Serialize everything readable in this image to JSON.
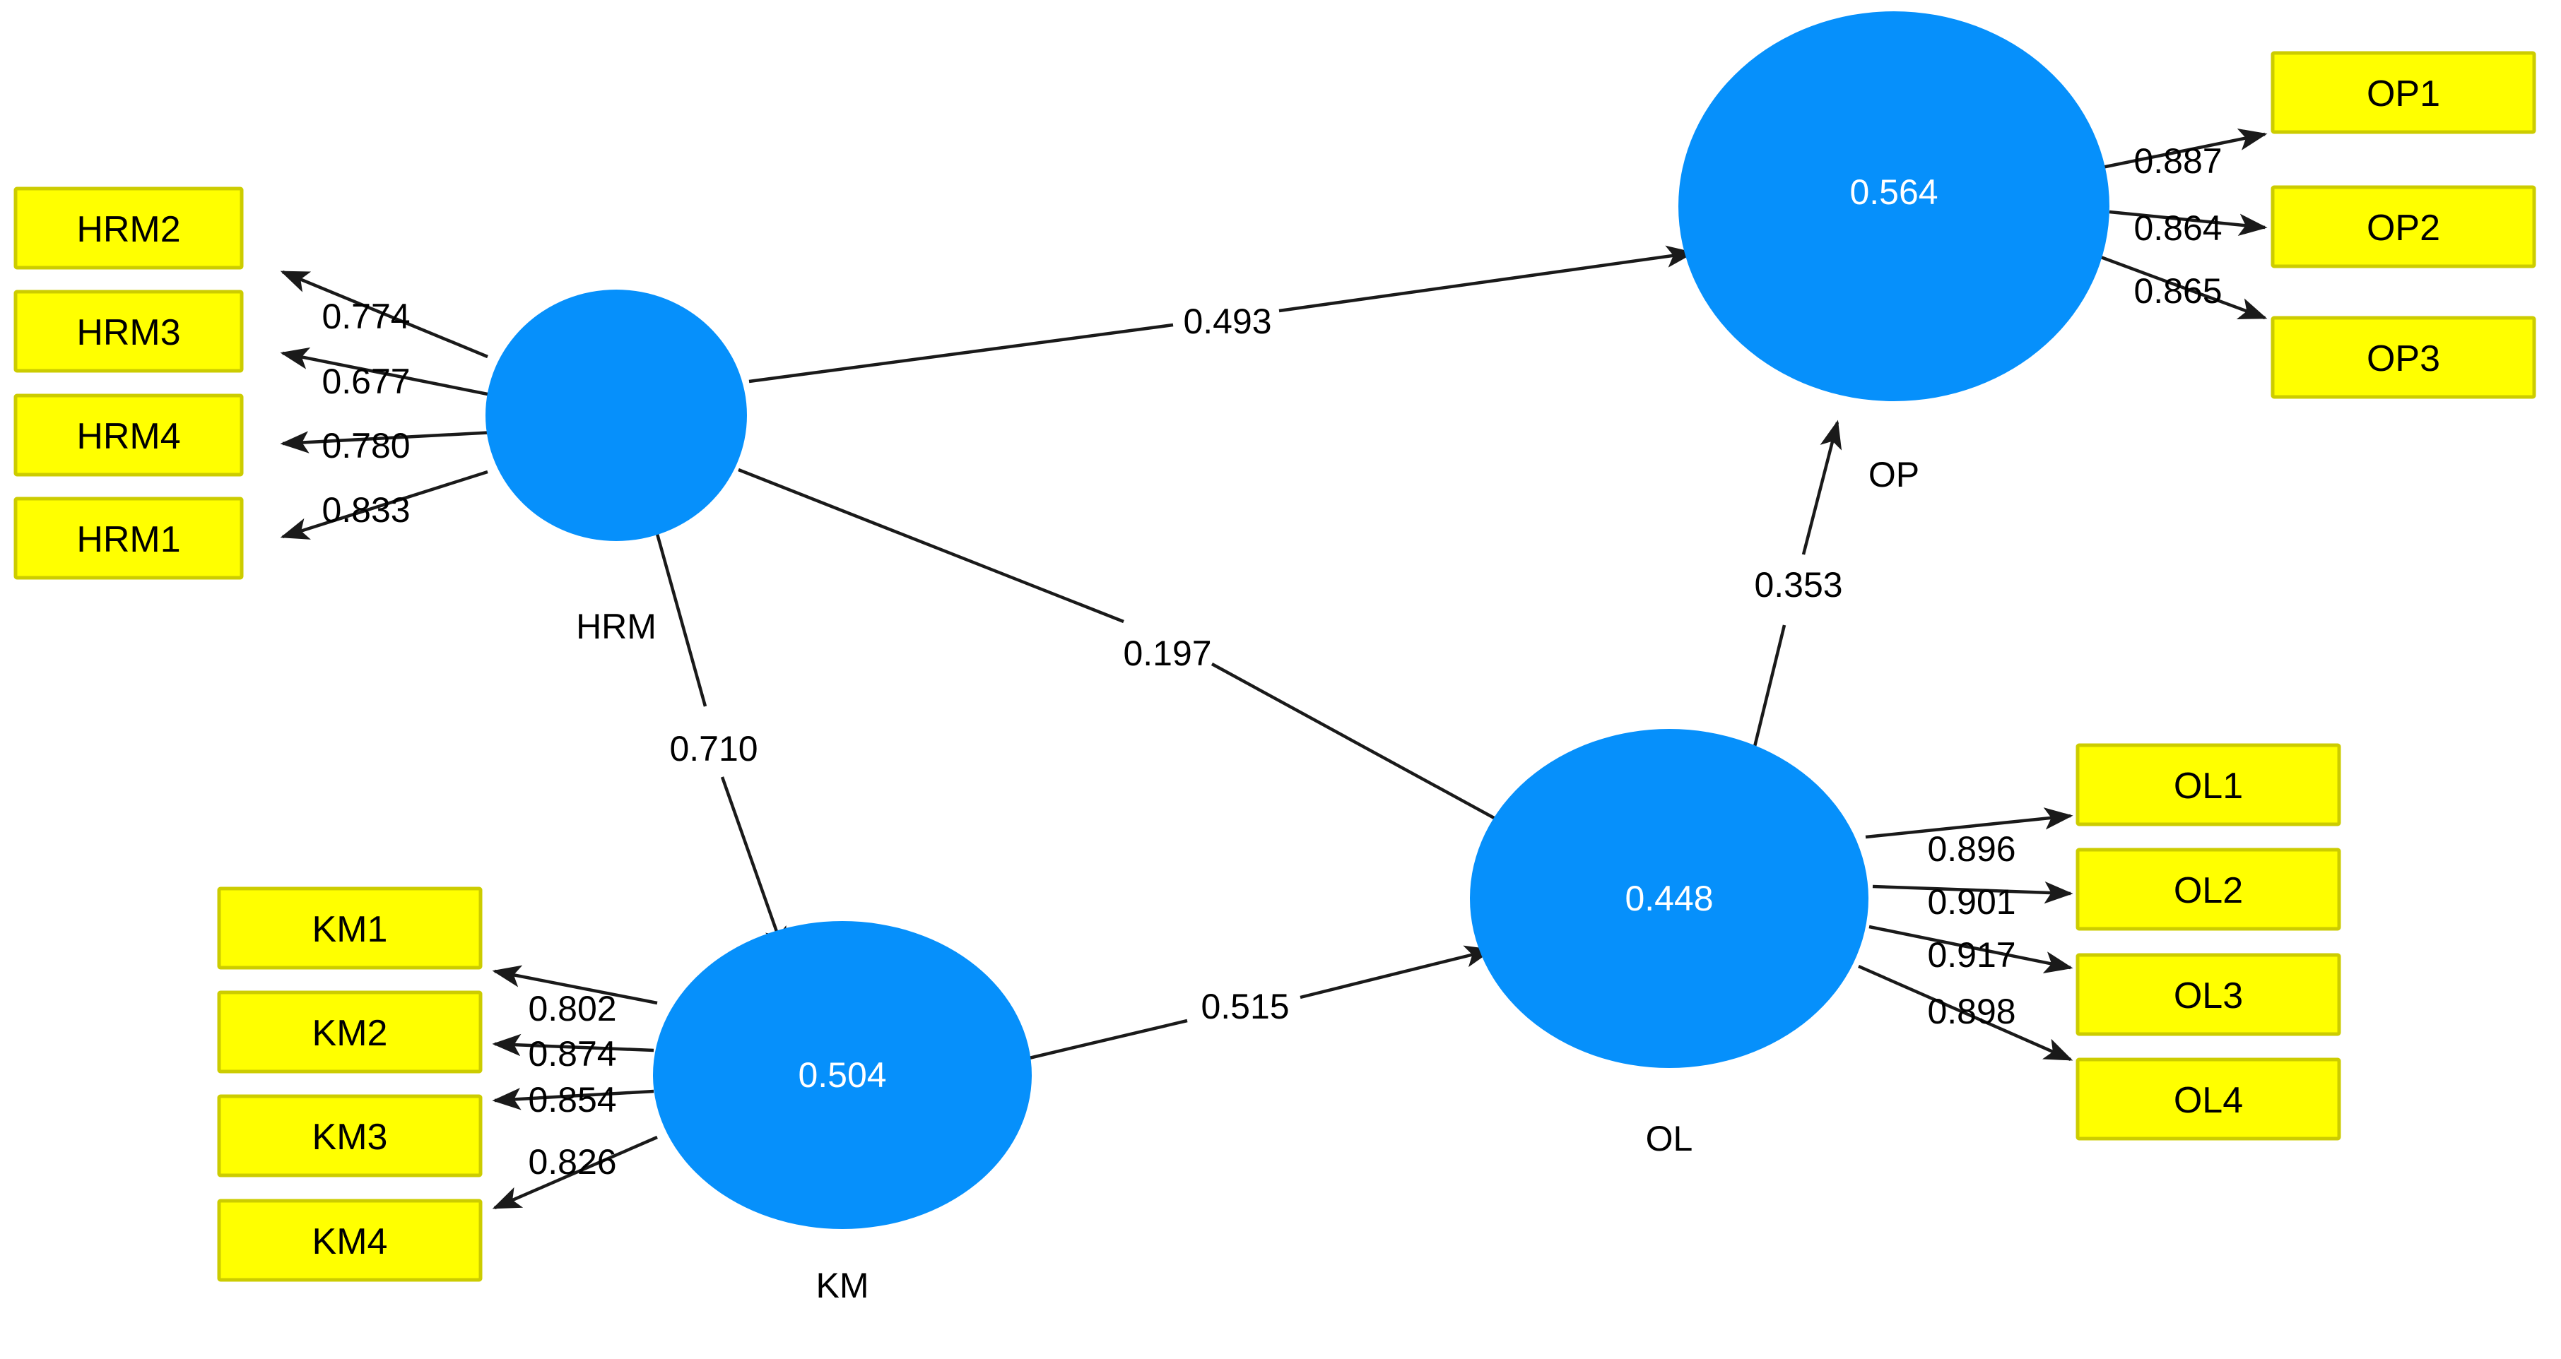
{
  "diagram": {
    "type": "sem-path-diagram",
    "background_color": "#ffffff",
    "construct_color": "#0690fb",
    "indicator_fill_color": "#ffff00",
    "indicator_border_color": "#cccc00",
    "edge_color": "#1a1a1a",
    "r2_text_color": "#ffffff"
  },
  "constructs": {
    "hrm": {
      "label": "HRM",
      "r2": ""
    },
    "km": {
      "label": "KM",
      "r2": "0.504"
    },
    "ol": {
      "label": "OL",
      "r2": "0.448"
    },
    "op": {
      "label": "OP",
      "r2": "0.564"
    }
  },
  "indicators": {
    "hrm": [
      {
        "label": "HRM2",
        "loading": "0.774"
      },
      {
        "label": "HRM3",
        "loading": "0.677"
      },
      {
        "label": "HRM4",
        "loading": "0.780"
      },
      {
        "label": "HRM1",
        "loading": "0.833"
      }
    ],
    "km": [
      {
        "label": "KM1",
        "loading": "0.802"
      },
      {
        "label": "KM2",
        "loading": "0.874"
      },
      {
        "label": "KM3",
        "loading": "0.854"
      },
      {
        "label": "KM4",
        "loading": "0.826"
      }
    ],
    "ol": [
      {
        "label": "OL1",
        "loading": "0.896"
      },
      {
        "label": "OL2",
        "loading": "0.901"
      },
      {
        "label": "OL3",
        "loading": "0.917"
      },
      {
        "label": "OL4",
        "loading": "0.898"
      }
    ],
    "op": [
      {
        "label": "OP1",
        "loading": "0.887"
      },
      {
        "label": "OP2",
        "loading": "0.864"
      },
      {
        "label": "OP3",
        "loading": "0.865"
      }
    ]
  },
  "paths": [
    {
      "id": "hrm-op",
      "from": "HRM",
      "to": "OP",
      "coefficient": "0.493"
    },
    {
      "id": "hrm-ol",
      "from": "HRM",
      "to": "OL",
      "coefficient": "0.197"
    },
    {
      "id": "hrm-km",
      "from": "HRM",
      "to": "KM",
      "coefficient": "0.710"
    },
    {
      "id": "km-ol",
      "from": "KM",
      "to": "OL",
      "coefficient": "0.515"
    },
    {
      "id": "ol-op",
      "from": "OL",
      "to": "OP",
      "coefficient": "0.353"
    }
  ],
  "chart_data": {
    "type": "diagram",
    "title": "",
    "notes": "PLS-SEM structural model with reflective measurement models; values on outer arrows are standardized outer loadings, values on inner arrows are path coefficients, values inside constructs are R-squared.",
    "latent_variables": [
      {
        "name": "HRM",
        "r_squared": null
      },
      {
        "name": "KM",
        "r_squared": 0.504
      },
      {
        "name": "OL",
        "r_squared": 0.448
      },
      {
        "name": "OP",
        "r_squared": 0.564
      }
    ],
    "outer_loadings": [
      {
        "construct": "HRM",
        "indicator": "HRM2",
        "value": 0.774
      },
      {
        "construct": "HRM",
        "indicator": "HRM3",
        "value": 0.677
      },
      {
        "construct": "HRM",
        "indicator": "HRM4",
        "value": 0.78
      },
      {
        "construct": "HRM",
        "indicator": "HRM1",
        "value": 0.833
      },
      {
        "construct": "KM",
        "indicator": "KM1",
        "value": 0.802
      },
      {
        "construct": "KM",
        "indicator": "KM2",
        "value": 0.874
      },
      {
        "construct": "KM",
        "indicator": "KM3",
        "value": 0.854
      },
      {
        "construct": "KM",
        "indicator": "KM4",
        "value": 0.826
      },
      {
        "construct": "OL",
        "indicator": "OL1",
        "value": 0.896
      },
      {
        "construct": "OL",
        "indicator": "OL2",
        "value": 0.901
      },
      {
        "construct": "OL",
        "indicator": "OL3",
        "value": 0.917
      },
      {
        "construct": "OL",
        "indicator": "OL4",
        "value": 0.898
      },
      {
        "construct": "OP",
        "indicator": "OP1",
        "value": 0.887
      },
      {
        "construct": "OP",
        "indicator": "OP2",
        "value": 0.864
      },
      {
        "construct": "OP",
        "indicator": "OP3",
        "value": 0.865
      }
    ],
    "path_coefficients": [
      {
        "from": "HRM",
        "to": "OP",
        "value": 0.493
      },
      {
        "from": "HRM",
        "to": "OL",
        "value": 0.197
      },
      {
        "from": "HRM",
        "to": "KM",
        "value": 0.71
      },
      {
        "from": "KM",
        "to": "OL",
        "value": 0.515
      },
      {
        "from": "OL",
        "to": "OP",
        "value": 0.353
      }
    ]
  }
}
